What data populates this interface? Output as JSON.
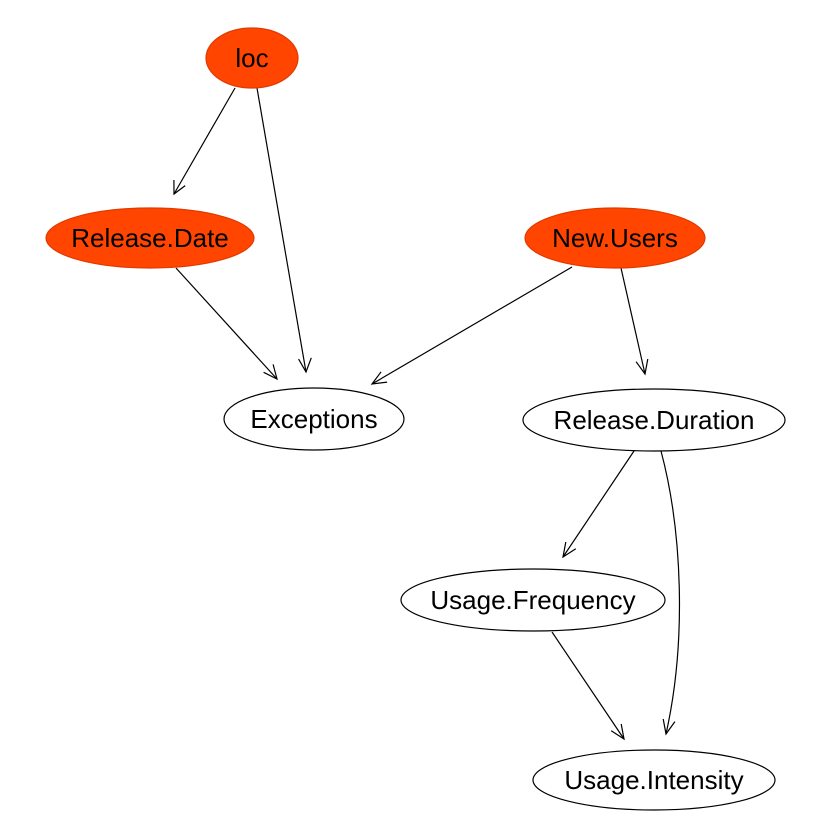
{
  "diagram": {
    "colors": {
      "highlight_fill": "#FF4500",
      "highlight_stroke": "#E03A00",
      "plain_fill": "#FFFFFF",
      "stroke": "#000000",
      "background": "#FFFFFF"
    },
    "nodes": [
      {
        "id": "loc",
        "label": "loc",
        "highlighted": true
      },
      {
        "id": "release_date",
        "label": "Release.Date",
        "highlighted": true
      },
      {
        "id": "new_users",
        "label": "New.Users",
        "highlighted": true
      },
      {
        "id": "exceptions",
        "label": "Exceptions",
        "highlighted": false
      },
      {
        "id": "release_duration",
        "label": "Release.Duration",
        "highlighted": false
      },
      {
        "id": "usage_frequency",
        "label": "Usage.Frequency",
        "highlighted": false
      },
      {
        "id": "usage_intensity",
        "label": "Usage.Intensity",
        "highlighted": false
      }
    ],
    "edges": [
      {
        "from": "loc",
        "to": "release_date"
      },
      {
        "from": "loc",
        "to": "exceptions"
      },
      {
        "from": "release_date",
        "to": "exceptions"
      },
      {
        "from": "new_users",
        "to": "exceptions"
      },
      {
        "from": "new_users",
        "to": "release_duration"
      },
      {
        "from": "release_duration",
        "to": "usage_frequency"
      },
      {
        "from": "release_duration",
        "to": "usage_intensity"
      },
      {
        "from": "usage_frequency",
        "to": "usage_intensity"
      }
    ]
  }
}
